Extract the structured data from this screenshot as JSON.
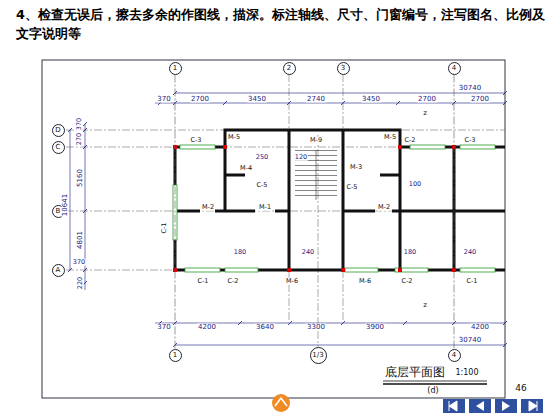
{
  "diagram": {
    "title": "4、检查无误后，擦去多余的作图线，描深。标注轴线、尺寸、门窗编号，注写图名、比例及文字说明等",
    "nodes": [
      {
        "text": [
          "1"
        ]
      },
      {
        "text": [
          "2"
        ]
      },
      {
        "text": [
          "3"
        ]
      },
      {
        "text": [
          "4"
        ]
      },
      {
        "text": [
          "D"
        ]
      },
      {
        "text": [
          "C"
        ]
      },
      {
        "text": [
          "B"
        ]
      },
      {
        "text": [
          "A"
        ]
      },
      {
        "text": [
          "1"
        ]
      },
      {
        "text": [
          "1/3"
        ]
      },
      {
        "text": [
          "4"
        ]
      }
    ],
    "edges": [
      {
        "from": 0,
        "to": 8,
        "arrow": "none"
      },
      {
        "from": 3,
        "to": 10,
        "arrow": "none"
      }
    ],
    "labels": [
      "370",
      "2700",
      "3450",
      "2740",
      "3450",
      "2700",
      "2700",
      "30740",
      "370",
      "4200",
      "3640",
      "3300",
      "3900",
      "4200",
      "30740",
      "370",
      "270",
      "5160",
      "10641",
      "4801",
      "370",
      "220",
      "C-3",
      "M-5",
      "M-4",
      "250",
      "120",
      "C-5",
      "M-9",
      "M-3",
      "C-5",
      "M-5",
      "C-2",
      "C-3",
      "z",
      "100",
      "M-2",
      "M-1",
      "M-2",
      "C-1",
      "180",
      "240",
      "180",
      "240",
      "C-1",
      "C-2",
      "M-6",
      "M-6",
      "C-2",
      "C-1",
      "z",
      "底层平面图",
      "1:100",
      "(d)",
      "46"
    ]
  }
}
